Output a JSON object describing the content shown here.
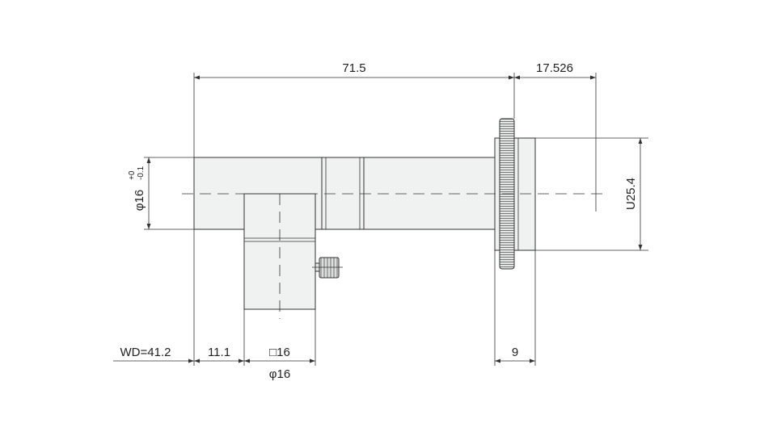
{
  "dimensions": {
    "overall_length": "71.5",
    "mount_offset": "17.526",
    "diameter_main": "φ16",
    "tolerance_upper": "+0",
    "tolerance_lower": "-0.1",
    "mount_thread": "U25.4",
    "working_distance": "WD=41.2",
    "offset_to_branch": "11.1",
    "square_size": "□16",
    "branch_diameter": "φ16",
    "mount_width": "9"
  },
  "colors": {
    "body": "#f0f1f1",
    "line": "#333333",
    "text": "#222222"
  }
}
